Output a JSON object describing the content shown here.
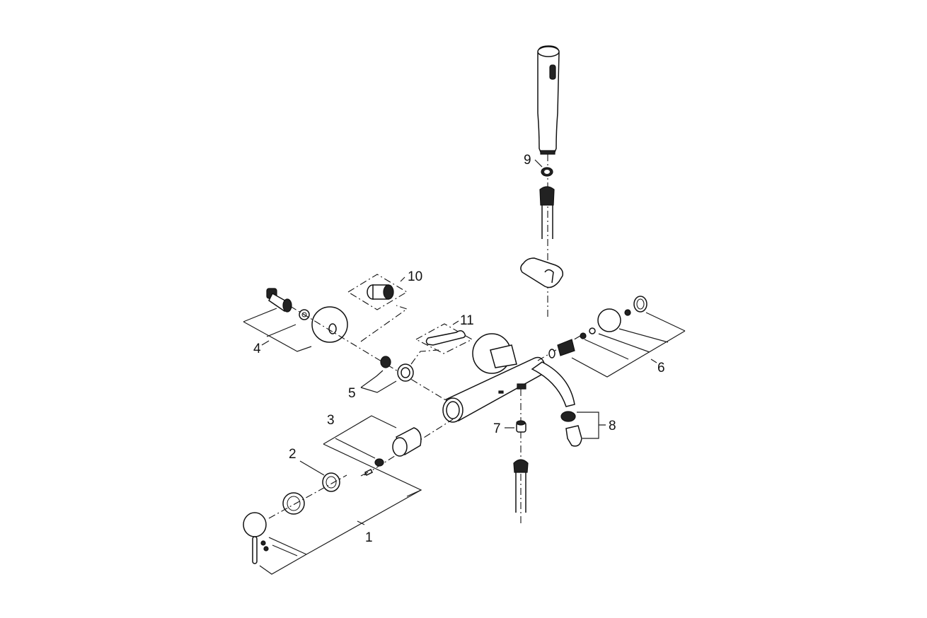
{
  "diagram": {
    "type": "exploded-parts-view",
    "subject": "wall-mounted bath/shower mixer",
    "part_labels": [
      {
        "id": "1",
        "text": "1"
      },
      {
        "id": "2",
        "text": "2"
      },
      {
        "id": "3",
        "text": "3"
      },
      {
        "id": "4",
        "text": "4"
      },
      {
        "id": "5",
        "text": "5"
      },
      {
        "id": "6",
        "text": "6"
      },
      {
        "id": "7",
        "text": "7"
      },
      {
        "id": "8",
        "text": "8"
      },
      {
        "id": "9",
        "text": "9"
      },
      {
        "id": "10",
        "text": "10"
      },
      {
        "id": "11",
        "text": "11"
      }
    ]
  }
}
